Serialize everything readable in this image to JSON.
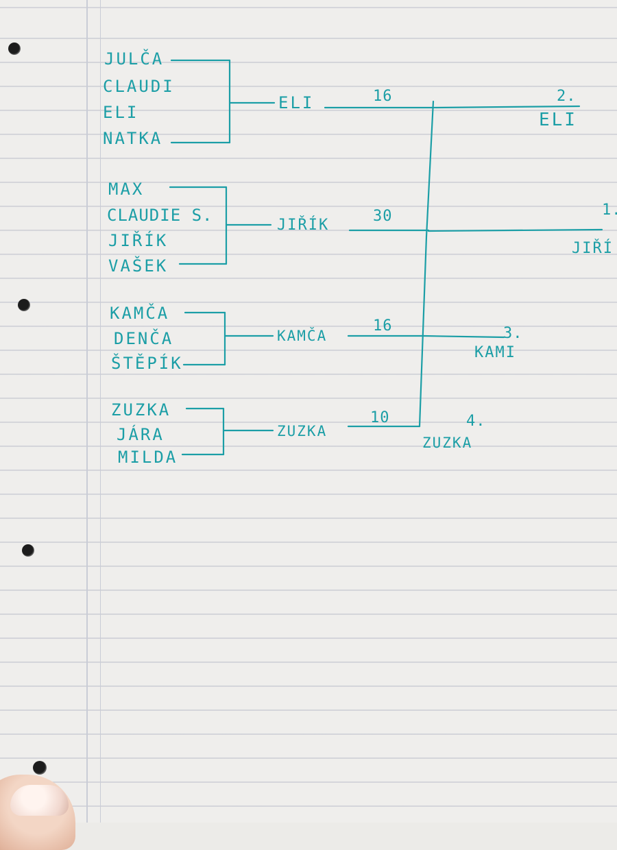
{
  "ink_color": "#1b9ea6",
  "bracket": {
    "groups": [
      {
        "members": [
          "JULČA",
          "CLAUDI",
          "ELI",
          "NATKA"
        ],
        "winner": "ELI",
        "score": "16"
      },
      {
        "members": [
          "MAX",
          "CLAUDIE S.",
          "JIŘÍK",
          "VAŠEK"
        ],
        "winner": "JIŘÍK",
        "score": "30"
      },
      {
        "members": [
          "KAMČA",
          "DENČA",
          "ŠTĚPÍK"
        ],
        "winner": "KAMČA",
        "score": "16"
      },
      {
        "members": [
          "ZUZKA",
          "JÁRA",
          "MILDA"
        ],
        "winner": "ZUZKA",
        "score": "10"
      }
    ],
    "placements": [
      {
        "rank": "1.",
        "name": "JIŘÍ"
      },
      {
        "rank": "2.",
        "name": "ELI"
      },
      {
        "rank": "3.",
        "name": "KAMI"
      },
      {
        "rank": "4.",
        "name": "ZUZKA"
      }
    ]
  }
}
